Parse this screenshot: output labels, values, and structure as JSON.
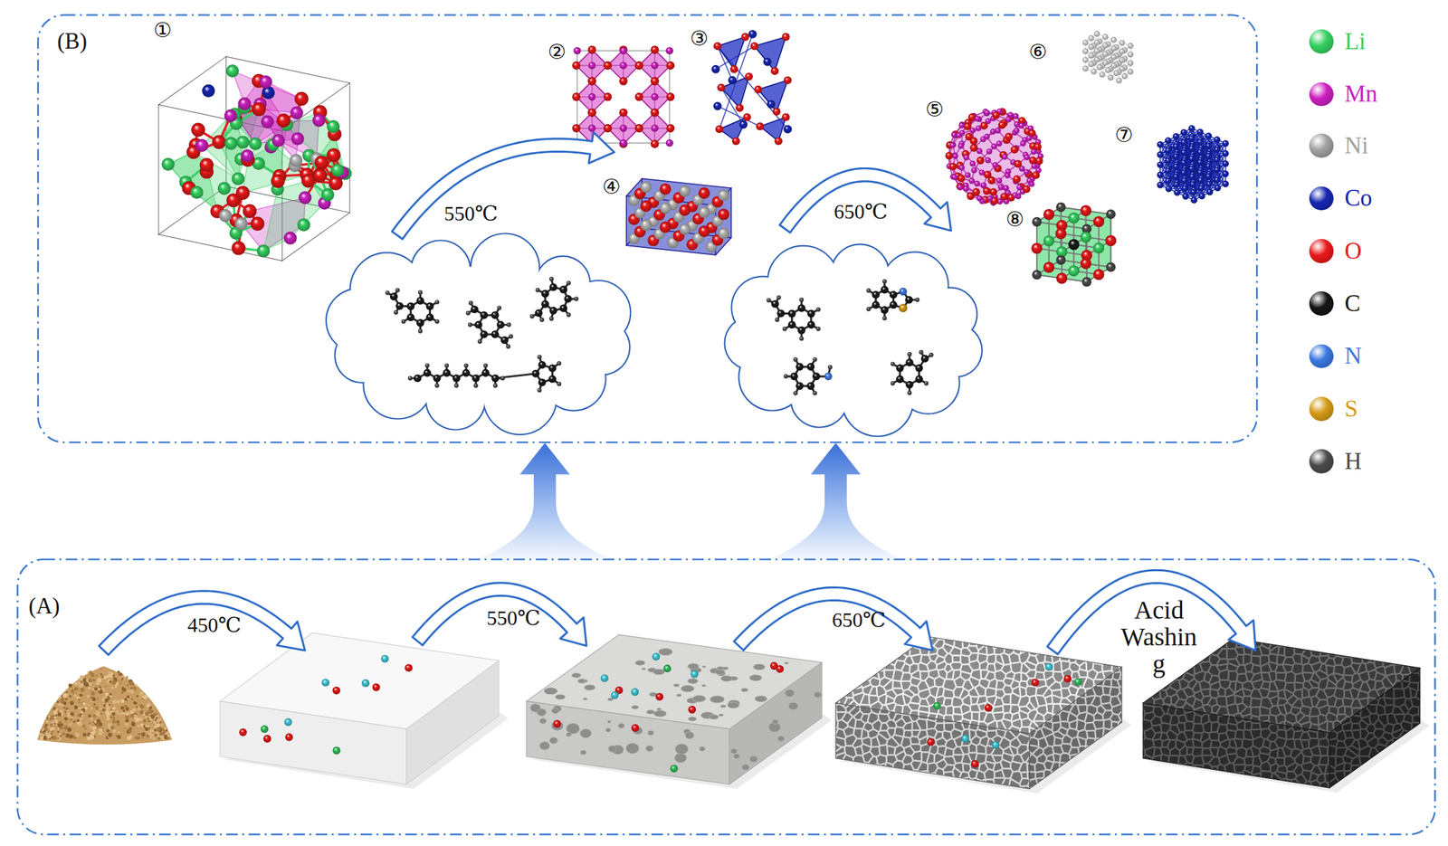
{
  "diagram": {
    "nodes": [
      {
        "text": [
          "(B)"
        ]
      },
      {
        "text": [
          "(A)"
        ]
      }
    ],
    "edges": [
      {
        "from": 1,
        "to": 0,
        "arrow": "to"
      },
      {
        "from": 1,
        "to": 0,
        "arrow": "to"
      }
    ],
    "labels": [
      "①",
      "550℃",
      "②",
      "③",
      "④",
      "650℃",
      "⑤",
      "⑥",
      "⑦",
      "⑧",
      "450℃",
      "550℃",
      "650℃",
      "Acid Washin g"
    ],
    "legend": [
      {
        "text": "Li",
        "color": "#35d060"
      },
      {
        "text": "Mn",
        "color": "#cc1fbf"
      },
      {
        "text": "Ni",
        "color": "#a0a0a0"
      },
      {
        "text": "Co",
        "color": "#1626b0"
      },
      {
        "text": "O",
        "color": "#e81818"
      },
      {
        "text": "C",
        "color": "#151515"
      },
      {
        "text": "N",
        "color": "#3a78e0"
      },
      {
        "text": "S",
        "color": "#d49a16"
      },
      {
        "text": "H",
        "color": "#4a4a4a"
      }
    ]
  }
}
